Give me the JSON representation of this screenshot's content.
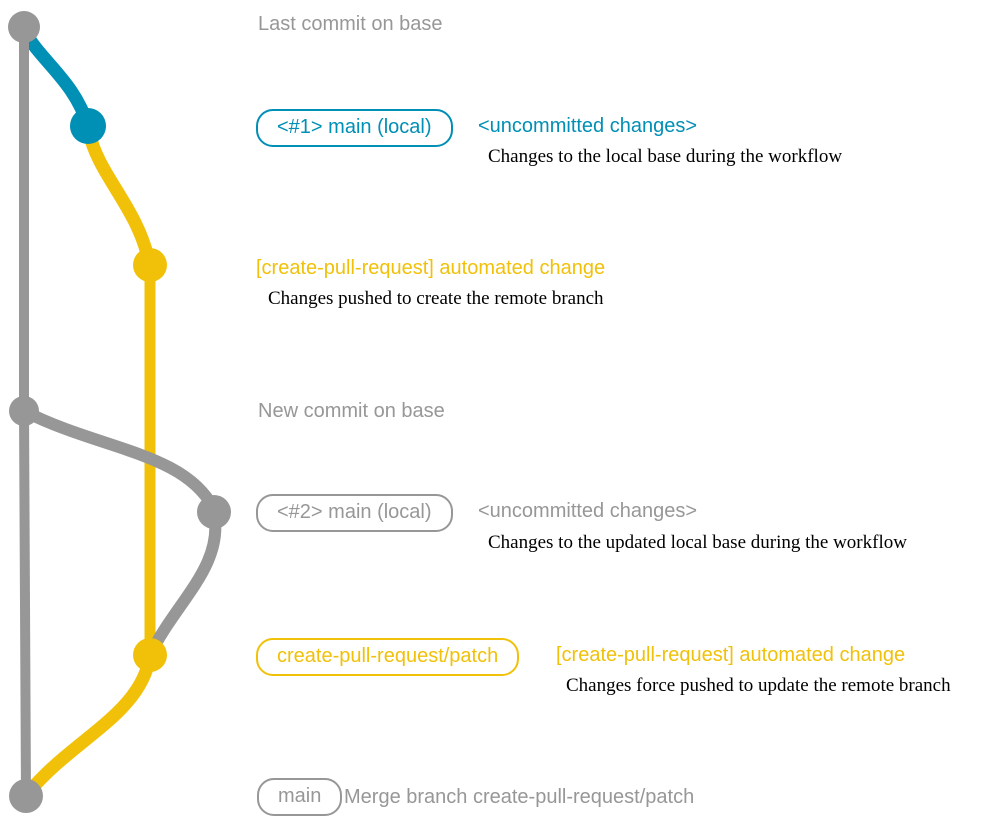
{
  "colors": {
    "gray": "#979797",
    "blue": "#008fb5",
    "yellow": "#f1c109",
    "detail_text": "#000000",
    "background": "#ffffff"
  },
  "graph": {
    "branches": [
      {
        "name": "base",
        "color_key": "gray"
      },
      {
        "name": "main (local)",
        "color_key": "blue"
      },
      {
        "name": "create-pull-request/patch",
        "color_key": "yellow"
      }
    ],
    "nodes": [
      {
        "id": "last-commit-on-base",
        "color_key": "gray"
      },
      {
        "id": "main-local-1",
        "color_key": "blue"
      },
      {
        "id": "automated-change-1",
        "color_key": "yellow"
      },
      {
        "id": "new-commit-on-base",
        "color_key": "gray"
      },
      {
        "id": "main-local-2",
        "color_key": "gray"
      },
      {
        "id": "automated-change-2",
        "color_key": "yellow"
      },
      {
        "id": "merge-commit",
        "color_key": "gray"
      }
    ]
  },
  "rows": {
    "last_commit": {
      "message": "Last commit on base"
    },
    "branch1": {
      "label": "<#1> main (local)",
      "message": "<uncommitted changes>",
      "detail": "Changes to the local base during the workflow"
    },
    "cpr1": {
      "message": "[create-pull-request] automated change",
      "detail": "Changes pushed to create the remote branch"
    },
    "new_commit": {
      "message": "New commit on base"
    },
    "branch2": {
      "label": "<#2> main (local)",
      "message": "<uncommitted changes>",
      "detail": "Changes to the updated local base during the workflow"
    },
    "cpr2": {
      "label": "create-pull-request/patch",
      "message": "[create-pull-request] automated change",
      "detail": "Changes force pushed to update the remote branch"
    },
    "merge": {
      "label": "main",
      "message": "Merge branch create-pull-request/patch"
    }
  }
}
